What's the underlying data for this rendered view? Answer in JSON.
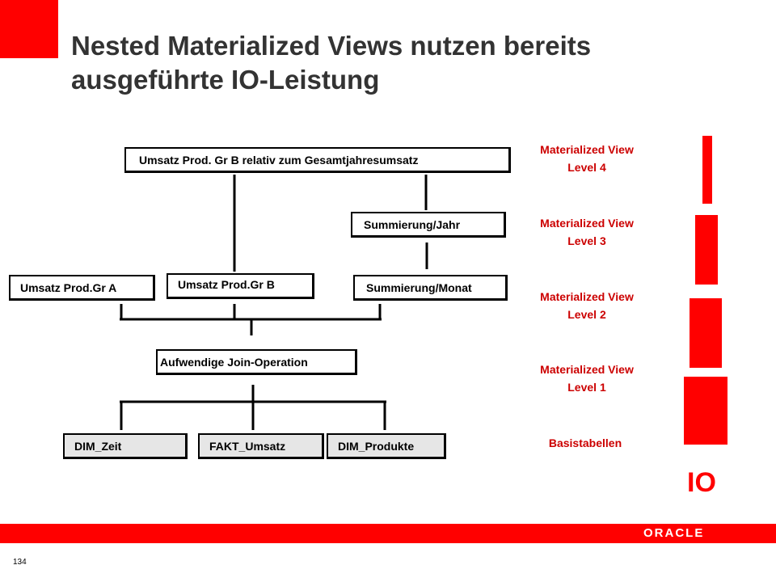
{
  "slide": {
    "title_line1": "Nested Materialized Views nutzen bereits",
    "title_line2": "ausgeführte IO-Leistung",
    "page_number": "134",
    "logo_text": "ORACLE",
    "io_label": "IO"
  },
  "diagram": {
    "level4": "Umsatz Prod. Gr B relativ zum Gesamtjahresumsatz",
    "sum_year": "Summierung/Jahr",
    "gr_a": "Umsatz Prod.Gr A",
    "gr_b": "Umsatz Prod.Gr B",
    "sum_month": "Summierung/Monat",
    "join": "Aufwendige Join-Operation",
    "dim_zeit": "DIM_Zeit",
    "fakt_umsatz": "FAKT_Umsatz",
    "dim_produkte": "DIM_Produkte"
  },
  "levels": [
    {
      "line1": "Materialized View",
      "line2": "Level 4"
    },
    {
      "line1": "Materialized View",
      "line2": "Level 3"
    },
    {
      "line1": "Materialized View",
      "line2": "Level 2"
    },
    {
      "line1": "Materialized View",
      "line2": "Level 1"
    },
    {
      "line1": "Basistabellen",
      "line2": ""
    }
  ],
  "colors": {
    "accent": "#ff0000",
    "level_label": "#cc0000",
    "title": "#333333"
  }
}
